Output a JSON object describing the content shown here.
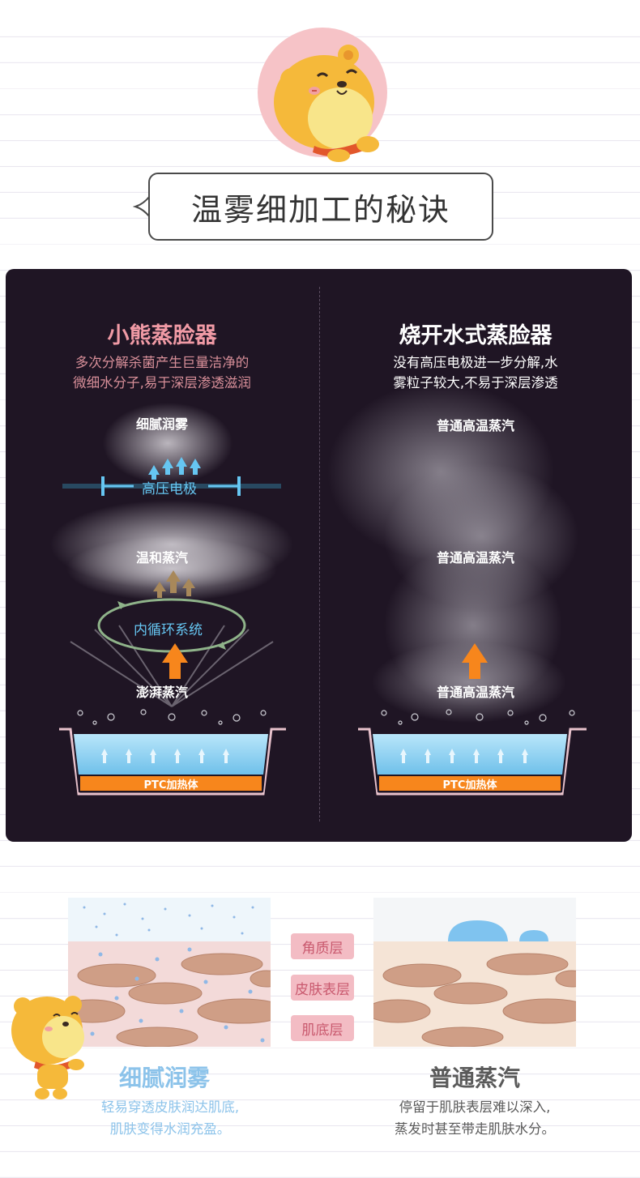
{
  "header": {
    "title": "温雾细加工的秘诀"
  },
  "panel": {
    "left": {
      "title": "小熊蒸脸器",
      "desc_line1": "多次分解杀菌产生巨量洁净的",
      "desc_line2": "微细水分子,易于深层渗透滋润",
      "label_fine_mist": "细腻润雾",
      "label_electrode": "高压电极",
      "label_gentle_steam": "温和蒸汽",
      "label_cycle": "内循环系统",
      "label_surge_steam": "澎湃蒸汽",
      "ptc": "PTC加热体"
    },
    "right": {
      "title": "烧开水式蒸脸器",
      "desc_line1": "没有高压电极进一步分解,水",
      "desc_line2": "雾粒子较大,不易于深层渗透",
      "label_top": "普通高温蒸汽",
      "label_mid": "普通高温蒸汽",
      "label_bottom": "普通高温蒸汽",
      "ptc": "PTC加热体"
    }
  },
  "layers": {
    "stratum": "角质层",
    "epidermis": "皮肤表层",
    "dermis": "肌底层"
  },
  "compare": {
    "left": {
      "title": "细腻润雾",
      "line1": "轻易穿透皮肤润达肌底,",
      "line2": "肌肤变得水润充盈。"
    },
    "right": {
      "title": "普通蒸汽",
      "line1": "停留于肌肤表层难以深入,",
      "line2": "蒸发时甚至带走肌肤水分。"
    }
  },
  "colors": {
    "panel_bg": "#1f1524",
    "accent_pink": "#f09aa5",
    "accent_blue": "#66c6f2",
    "bear_yellow": "#f5b93a",
    "heater_orange": "#f7861c",
    "water_blue": "#8fd1f2"
  }
}
